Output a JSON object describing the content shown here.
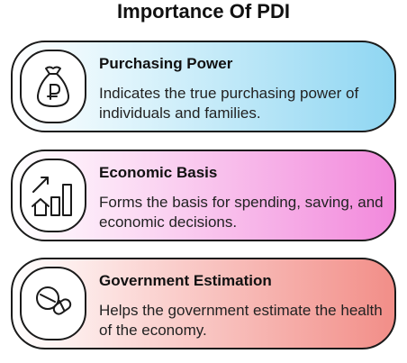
{
  "title": "Importance Of PDI",
  "items": [
    {
      "title": "Purchasing Power",
      "description": "Indicates the true purchasing power of individuals and families.",
      "icon": "money-bag-icon",
      "color": "#8fd6f2"
    },
    {
      "title": "Economic Basis",
      "description": "Forms the basis for spending, saving, and economic decisions.",
      "icon": "growth-chart-house-icon",
      "color": "#f289dc"
    },
    {
      "title": "Government Estimation",
      "description": "Helps the government estimate the health of the economy.",
      "icon": "pills-icon",
      "color": "#f28e88"
    }
  ]
}
